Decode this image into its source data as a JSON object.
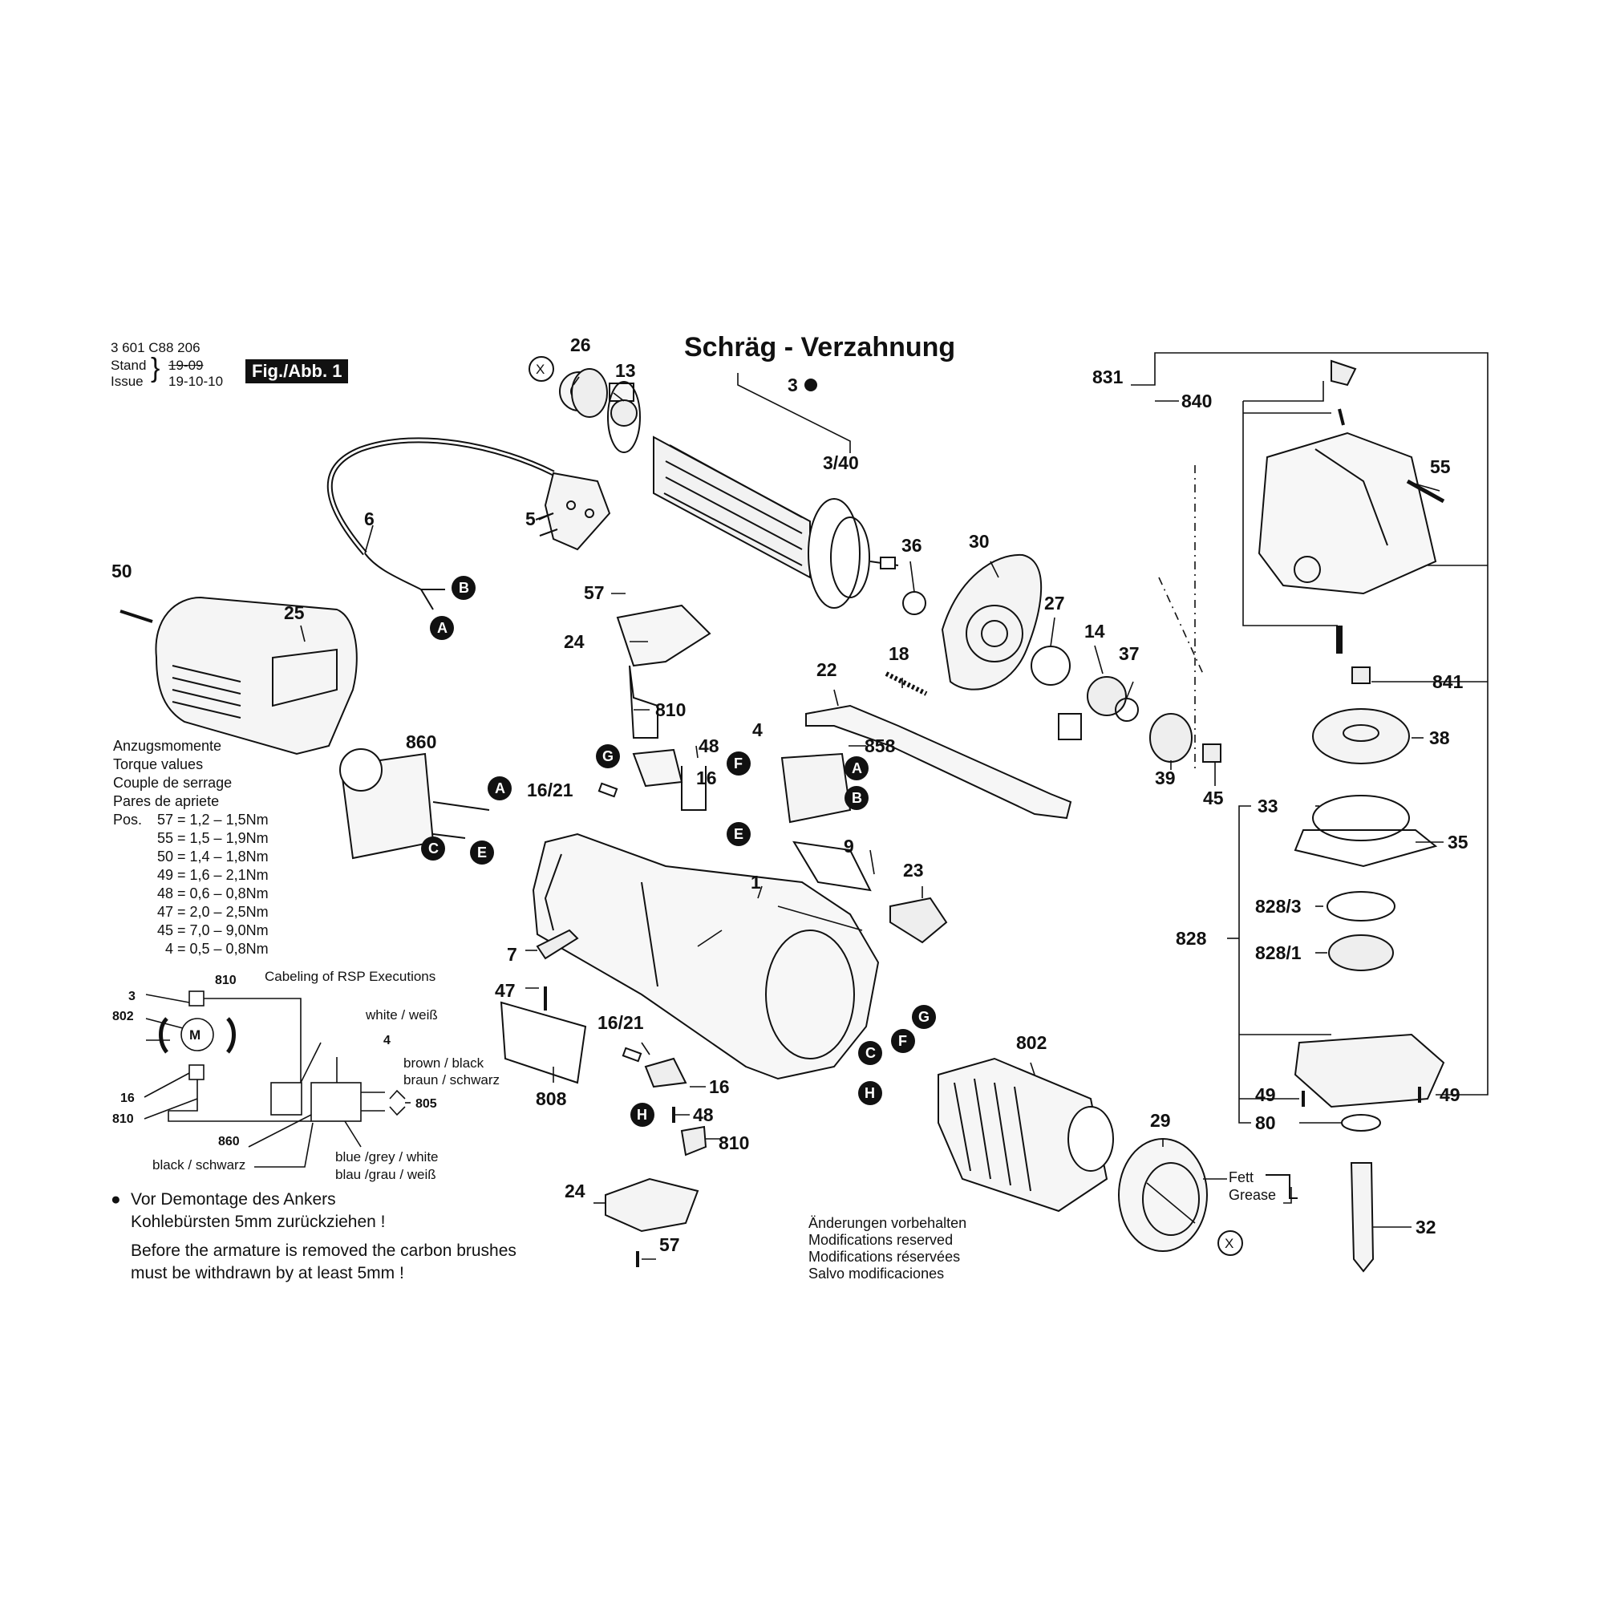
{
  "header": {
    "part_number": "3 601 C88 206",
    "stand_label": "Stand",
    "stand_value": "19-09",
    "issue_label": "Issue",
    "issue_value": "19-10-10",
    "fig_badge": "Fig./Abb. 1"
  },
  "title": "Schräg - Verzahnung",
  "torque": {
    "headings": [
      "Anzugsmomente",
      "Torque values",
      "Couple de serrage",
      "Pares de apriete"
    ],
    "pos_label": "Pos.",
    "rows": [
      "57 = 1,2  –  1,5Nm",
      "55 = 1,5  –  1,9Nm",
      "50 = 1,4  –  1,8Nm",
      "49 = 1,6  –  2,1Nm",
      "48 = 0,6  –  0,8Nm",
      "47 = 2,0  –  2,5Nm",
      "45 = 7,0  –  9,0Nm",
      "4 = 0,5  –  0,8Nm"
    ]
  },
  "wiring": {
    "title": "Cabeling of RSP Executions",
    "motor_symbol": "M",
    "labels": {
      "w810a": "810",
      "w3": "3",
      "w802": "802",
      "w16": "16",
      "w810b": "810",
      "w4": "4",
      "w860": "860",
      "w805": "805"
    },
    "white": "white / weiß",
    "brown_1": "brown / black",
    "brown_2": "braun / schwarz",
    "blue_1": "blue /grey / white",
    "blue_2": "blau /grau / weiß",
    "black": "black / schwarz"
  },
  "notes": {
    "bullet": "●",
    "de_1": "Vor Demontage des Ankers",
    "de_2": "Kohlebürsten 5mm zurückziehen !",
    "en_1": "Before the armature is removed the carbon brushes",
    "en_2": "must be withdrawn by at least 5mm !"
  },
  "modifications": [
    "Änderungen vorbehalten",
    "Modifications reserved",
    "Modifications réservées",
    "Salvo modificaciones"
  ],
  "grease": {
    "line1": "Fett",
    "line2": "Grease"
  },
  "part_labels": {
    "p26": "26",
    "p13": "13",
    "p3": "3",
    "p3_40": "3/40",
    "p5": "5",
    "p6": "6",
    "p50": "50",
    "p25": "25",
    "p36": "36",
    "p30": "30",
    "p27": "27",
    "p14": "14",
    "p37": "37",
    "p18": "18",
    "p22": "22",
    "p57a": "57",
    "p24a": "24",
    "p810a": "810",
    "p48a": "48",
    "p16a": "16",
    "p16_21a": "16/21",
    "p860": "860",
    "p4": "4",
    "p858": "858",
    "p39": "39",
    "p45": "45",
    "p9": "9",
    "p23": "23",
    "p1": "1",
    "p7": "7",
    "p47": "47",
    "p808": "808",
    "p16_21b": "16/21",
    "p16b": "16",
    "p48b": "48",
    "p810b": "810",
    "p24b": "24",
    "p57b": "57",
    "p802": "802",
    "p29": "29",
    "p831": "831",
    "p840": "840",
    "p55": "55",
    "p841": "841",
    "p38": "38",
    "p33": "33",
    "p35": "35",
    "p828_3": "828/3",
    "p828": "828",
    "p828_1": "828/1",
    "p49a": "49",
    "p49b": "49",
    "p80": "80",
    "p32": "32"
  },
  "callouts": {
    "X": "X",
    "A": "A",
    "B": "B",
    "C": "C",
    "E": "E",
    "F": "F",
    "G": "G",
    "H": "H"
  }
}
